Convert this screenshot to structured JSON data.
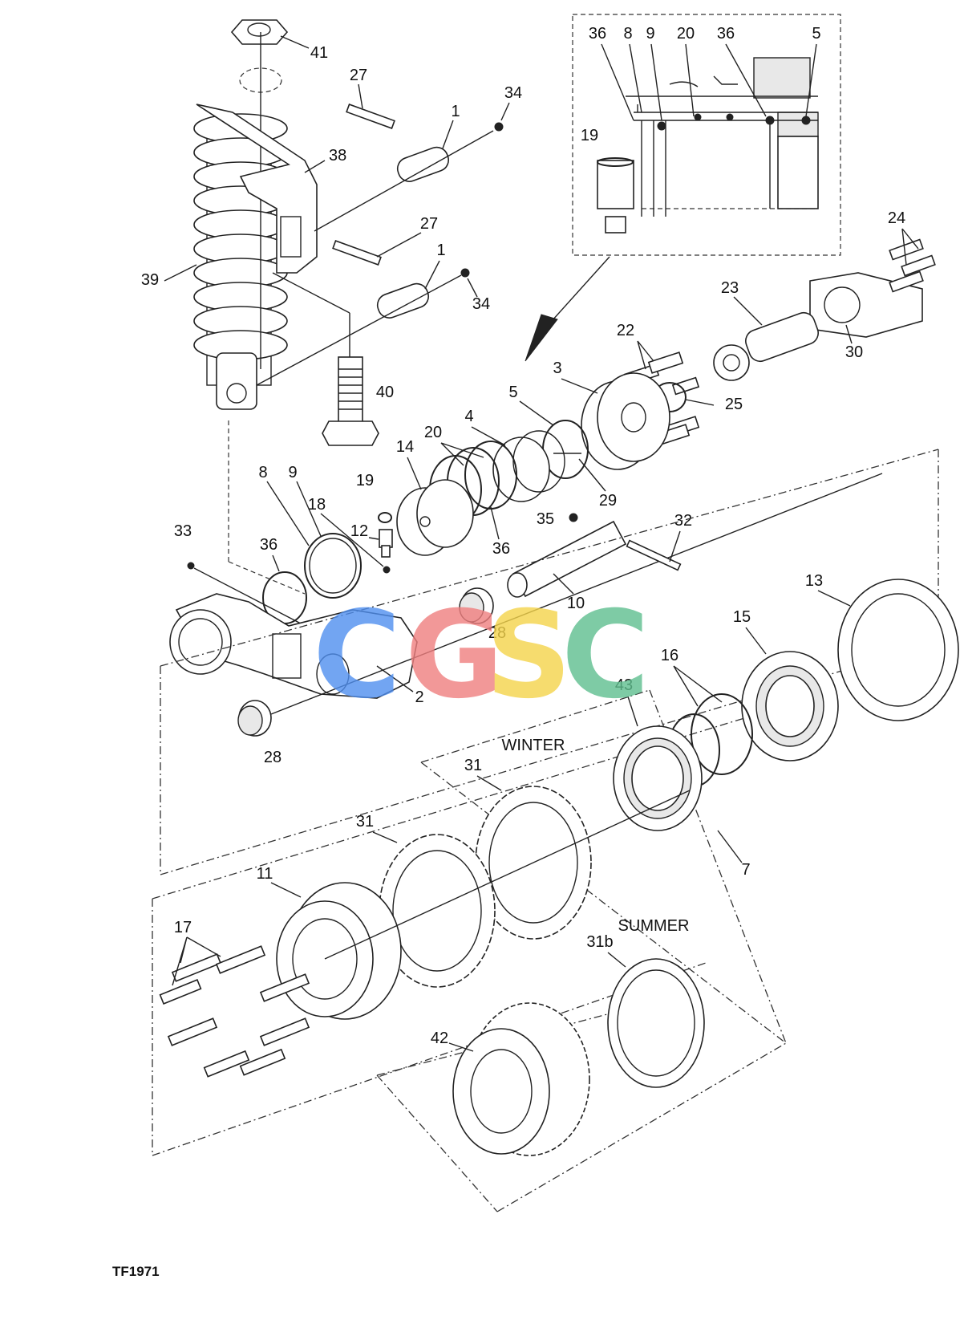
{
  "callouts": {
    "n1": "1",
    "n2": "2",
    "n3": "3",
    "n4": "4",
    "n5": "5",
    "n7": "7",
    "n8": "8",
    "n9": "9",
    "n10": "10",
    "n11": "11",
    "n12": "12",
    "n13": "13",
    "n14": "14",
    "n15": "15",
    "n16": "16",
    "n17": "17",
    "n18": "18",
    "n19": "19",
    "n20": "20",
    "n22": "22",
    "n23": "23",
    "n24": "24",
    "n25": "25",
    "n27": "27",
    "n28": "28",
    "n29": "29",
    "n30": "30",
    "n31": "31",
    "n31b": "31b",
    "n32": "32",
    "n33": "33",
    "n34": "34",
    "n35": "35",
    "n36": "36",
    "n38": "38",
    "n39": "39",
    "n40": "40",
    "n41": "41",
    "n42": "42",
    "n43": "43"
  },
  "variants": {
    "winter": "WINTER",
    "summer": "SUMMER"
  },
  "watermark": {
    "letters": [
      "C",
      "G",
      "S",
      "C"
    ],
    "colors": [
      "#4f8ff0",
      "#f07f7f",
      "#f5d44a",
      "#5fbf8f"
    ]
  },
  "figure_ref": "TF1971"
}
